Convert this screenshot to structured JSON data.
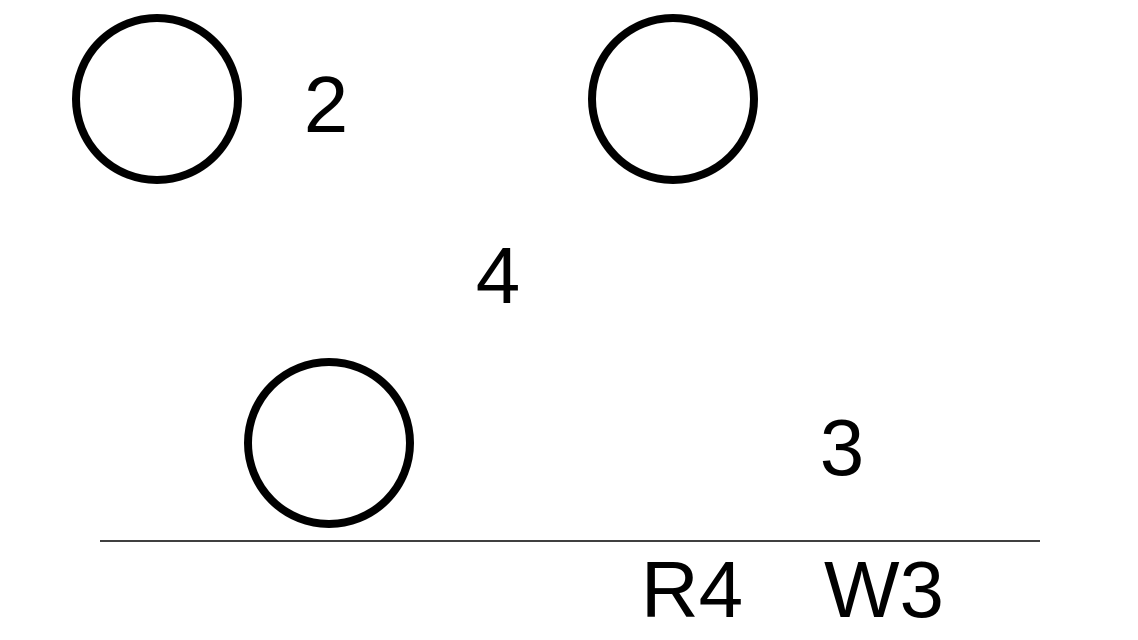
{
  "numbers": {
    "top_left": "2",
    "middle": "4",
    "bottom_right": "3"
  },
  "footer": {
    "left_label": "R4",
    "right_label": "W3"
  },
  "colors": {
    "ink": "#000000",
    "background": "#ffffff"
  }
}
